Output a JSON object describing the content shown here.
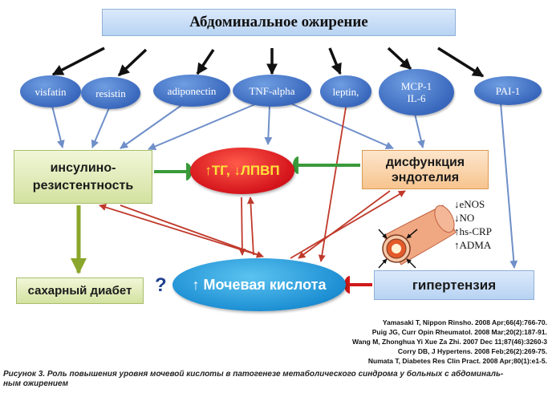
{
  "title": "Абдоминальное ожирение",
  "adipokines": [
    "visfatin",
    "resistin",
    "adiponectin",
    "TNF-alpha",
    "leptin,",
    "MCP-1\nIL-6",
    "PAI-1"
  ],
  "insulin_resistance": "инсулино-\nрезистентность",
  "lipids": "↑ТГ, ↓ЛПВП",
  "endothelial_dysfunction": "дисфункция\nэндотелия",
  "diabetes": "сахарный диабет",
  "question_mark": "?",
  "uric_acid": "↑ Мочевая кислота",
  "hypertension": "гипертензия",
  "markers": [
    "↓eNOS",
    "↓NO",
    "↑hs-CRP",
    "↑ADMA"
  ],
  "references": [
    "Yamasaki T, Nippon Rinsho. 2008 Apr;66(4):766-70.",
    "Puig JG, Curr Opin Rheumatol. 2008 Mar;20(2):187-91.",
    "Wang M, Zhonghua Yi Xue Za Zhi. 2007 Dec 11;87(46):3260-3",
    "Corry DB, J Hypertens. 2008 Feb;26(2):269-75.",
    "Numata T, Diabetes Res Clin Pract. 2008 Apr;80(1):e1-5."
  ],
  "caption": "Рисунок 3. Роль повышения уровня мочевой кислоты в патогенезе метаболического синдрома у больных с абдоминаль-\nным ожирением",
  "colors": {
    "black_arrow": "#111111",
    "blue_arrow": "#6f8fc9",
    "red_arrow": "#c0392b",
    "green_arrow": "#8aa62c",
    "inhibitor_green": "#3a9a3a",
    "inhibitor_red": "#d01818"
  }
}
